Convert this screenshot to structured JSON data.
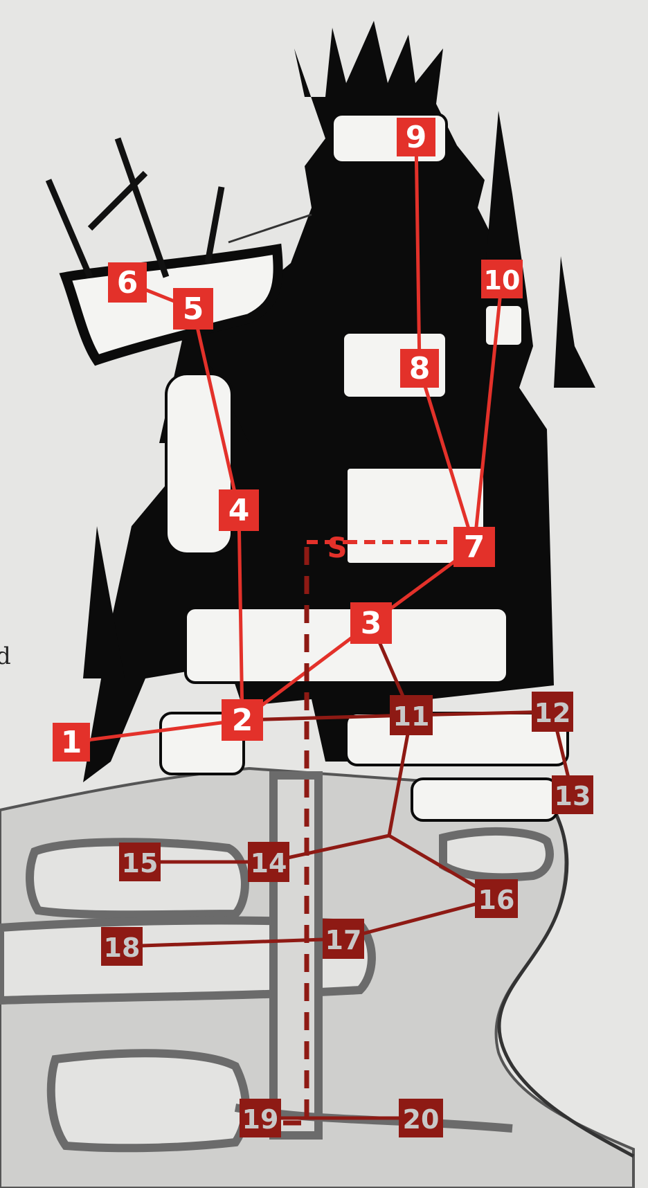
{
  "map": {
    "secret_marker": "S",
    "edge_text": [
      "d"
    ],
    "colors": {
      "upper_floor": "#e3312a",
      "lower_floor": "#8e1a14",
      "upper_label_text": "#ffffff",
      "lower_label_text": "#c8c8c8",
      "ink": "#0b0b0b",
      "paper": "#e6e6e4",
      "rock": "#cfcfcd"
    },
    "rooms": [
      {
        "id": "1",
        "label": "1",
        "level": "upper"
      },
      {
        "id": "2",
        "label": "2",
        "level": "upper"
      },
      {
        "id": "3",
        "label": "3",
        "level": "upper"
      },
      {
        "id": "4",
        "label": "4",
        "level": "upper"
      },
      {
        "id": "5",
        "label": "5",
        "level": "upper"
      },
      {
        "id": "6",
        "label": "6",
        "level": "upper"
      },
      {
        "id": "7",
        "label": "7",
        "level": "upper"
      },
      {
        "id": "8",
        "label": "8",
        "level": "upper"
      },
      {
        "id": "9",
        "label": "9",
        "level": "upper"
      },
      {
        "id": "10",
        "label": "10",
        "level": "upper"
      },
      {
        "id": "11",
        "label": "11",
        "level": "lower"
      },
      {
        "id": "12",
        "label": "12",
        "level": "lower"
      },
      {
        "id": "13",
        "label": "13",
        "level": "lower"
      },
      {
        "id": "14",
        "label": "14",
        "level": "lower"
      },
      {
        "id": "15",
        "label": "15",
        "level": "lower"
      },
      {
        "id": "16",
        "label": "16",
        "level": "lower"
      },
      {
        "id": "17",
        "label": "17",
        "level": "lower"
      },
      {
        "id": "18",
        "label": "18",
        "level": "lower"
      },
      {
        "id": "19",
        "label": "19",
        "level": "lower"
      },
      {
        "id": "20",
        "label": "20",
        "level": "lower"
      }
    ],
    "connections": [
      {
        "from": "1",
        "to": "2",
        "level": "upper"
      },
      {
        "from": "2",
        "to": "4",
        "level": "upper"
      },
      {
        "from": "2",
        "to": "3",
        "level": "upper"
      },
      {
        "from": "4",
        "to": "5",
        "level": "upper"
      },
      {
        "from": "5",
        "to": "6",
        "level": "upper"
      },
      {
        "from": "3",
        "to": "7",
        "level": "upper"
      },
      {
        "from": "7",
        "to": "8",
        "level": "upper"
      },
      {
        "from": "8",
        "to": "9",
        "level": "upper"
      },
      {
        "from": "7",
        "to": "10",
        "level": "upper"
      },
      {
        "from": "2",
        "to": "11",
        "level": "lower"
      },
      {
        "from": "3",
        "to": "11",
        "level": "lower"
      },
      {
        "from": "11",
        "to": "12",
        "level": "lower"
      },
      {
        "from": "12",
        "to": "13",
        "level": "lower"
      },
      {
        "from": "11",
        "to": "junction",
        "level": "lower"
      },
      {
        "from": "junction",
        "to": "14",
        "level": "lower"
      },
      {
        "from": "junction",
        "to": "16",
        "level": "lower"
      },
      {
        "from": "14",
        "to": "15",
        "level": "lower"
      },
      {
        "from": "16",
        "to": "17",
        "level": "lower"
      },
      {
        "from": "17",
        "to": "18",
        "level": "lower"
      },
      {
        "from": "19",
        "to": "20",
        "level": "lower"
      }
    ]
  }
}
